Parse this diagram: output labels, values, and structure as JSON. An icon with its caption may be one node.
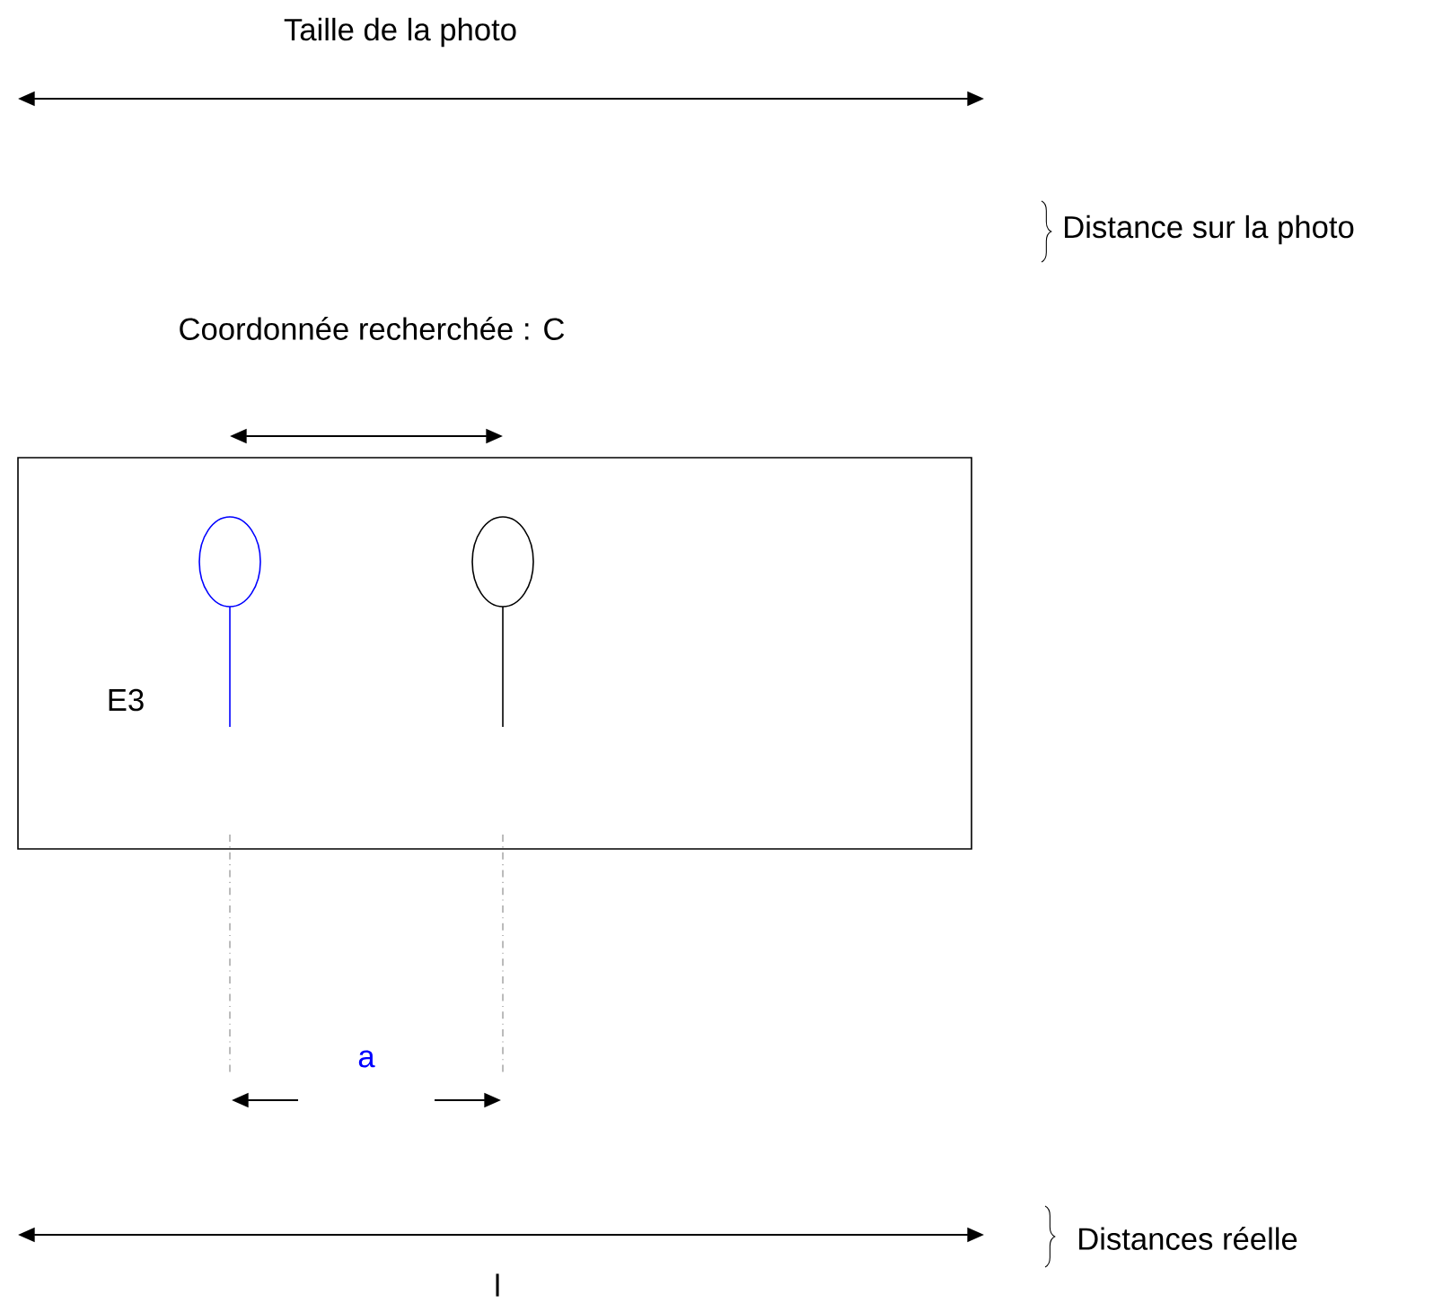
{
  "diagram": {
    "nodes": [
      {
        "text": [
          "E3"
        ]
      }
    ],
    "labels": [
      "Taille de la photo",
      "Distance sur la photo",
      "Coordonnée recherchée : C",
      "a",
      "Distances réelle",
      "l"
    ]
  }
}
